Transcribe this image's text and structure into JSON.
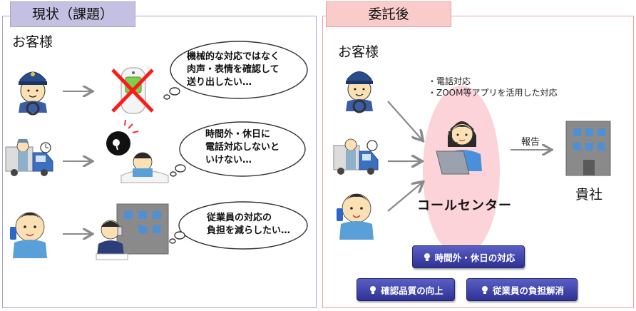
{
  "left_panel": {
    "tab_title": "現状（課題）",
    "customer_label": "お客様",
    "bubbles": [
      {
        "lines": [
          "機械的な対応ではなく",
          "肉声・表情を確認して",
          "送り出したい…"
        ]
      },
      {
        "lines": [
          "時間外・休日に",
          "電話対応しないと",
          "いけない…"
        ]
      },
      {
        "lines": [
          "従業員の対応の",
          "負担を減らしたい…"
        ]
      }
    ]
  },
  "right_panel": {
    "tab_title": "委託後",
    "customer_label": "お客様",
    "services": [
      "・電話対応",
      "・ZOOM等アプリを活用した対応"
    ],
    "center_label": "コールセンター",
    "report_label": "報告",
    "company_label": "貴社",
    "benefit_buttons": [
      "時間外・休日の対応",
      "確認品質の向上",
      "従業員の負担解消"
    ]
  },
  "colors": {
    "left_accent": "#c4c0e2",
    "right_accent": "#f9cbcb",
    "button": "#3a3ea8",
    "callcenter_ellipse": "#fbd3d8"
  }
}
